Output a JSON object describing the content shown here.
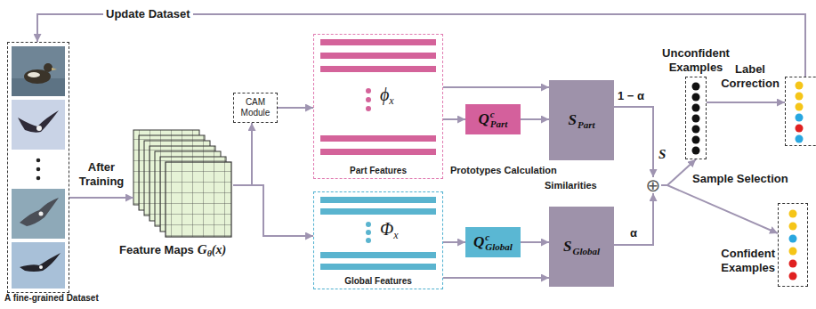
{
  "diagram": {
    "nodes": [
      {
        "text": [
          "A fine-grained Dataset"
        ]
      },
      {
        "text": [
          "Feature Maps",
          "G",
          "θ",
          "(x)"
        ]
      },
      {
        "text": [
          "CAM Module"
        ]
      },
      {
        "text": [
          "ϕ",
          "x",
          "Part Features"
        ]
      },
      {
        "text": [
          "Φ",
          "x",
          "Global Features"
        ]
      },
      {
        "text": [
          "Q",
          "c",
          "Part"
        ]
      },
      {
        "text": [
          "Q",
          "c",
          "Global"
        ]
      },
      {
        "text": [
          "S",
          "Part"
        ]
      },
      {
        "text": [
          "S",
          "Global"
        ]
      },
      {
        "text": [
          "⊕"
        ]
      },
      {
        "text": [
          "Unconfident Examples"
        ]
      },
      {
        "text": []
      },
      {
        "text": [
          "Confident Examples"
        ]
      }
    ],
    "edges": [
      {
        "from": 0,
        "to": 1,
        "arrow": "to",
        "label": "After Training"
      },
      {
        "from": 1,
        "to": 2,
        "arrow": "to"
      },
      {
        "from": 2,
        "to": 3,
        "arrow": "to"
      },
      {
        "from": 1,
        "to": 4,
        "arrow": "to"
      },
      {
        "from": 3,
        "to": 5,
        "arrow": "to"
      },
      {
        "from": 4,
        "to": 6,
        "arrow": "to"
      },
      {
        "from": 3,
        "to": 7,
        "arrow": "to"
      },
      {
        "from": 4,
        "to": 8,
        "arrow": "to"
      },
      {
        "from": 5,
        "to": 7,
        "arrow": "to"
      },
      {
        "from": 6,
        "to": 8,
        "arrow": "to"
      },
      {
        "from": 7,
        "to": 9,
        "arrow": "to",
        "label": "1 − α"
      },
      {
        "from": 8,
        "to": 9,
        "arrow": "to",
        "label": "α"
      },
      {
        "from": 9,
        "to": 10,
        "arrow": "to",
        "label": "S"
      },
      {
        "from": 9,
        "to": 12,
        "arrow": "to",
        "label": "Sample Selection"
      },
      {
        "from": 10,
        "to": 11,
        "arrow": "to",
        "label": "Label Correction"
      },
      {
        "from": 11,
        "to": 0,
        "arrow": "to",
        "label": "Update Dataset"
      }
    ],
    "labels": [
      "Prototypes Calculation",
      "Similarities"
    ]
  }
}
